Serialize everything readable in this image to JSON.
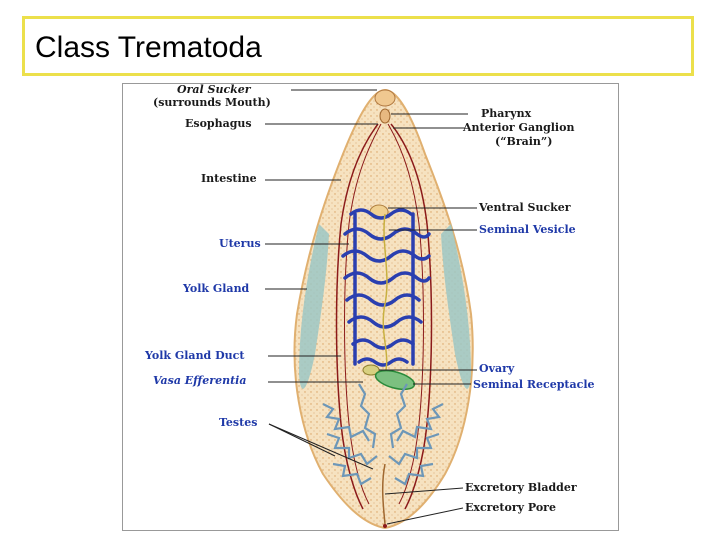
{
  "title": "Class Trematoda",
  "labels": {
    "oral_sucker": "Oral Sucker",
    "surrounds_mouth": "(surrounds Mouth)",
    "esophagus": "Esophagus",
    "intestine": "Intestine",
    "uterus": "Uterus",
    "yolk_gland": "Yolk Gland",
    "yolk_gland_duct": "Yolk Gland Duct",
    "vasa_efferentia": "Vasa Efferentia",
    "testes": "Testes",
    "pharynx": "Pharynx",
    "anterior_ganglion": "Anterior Ganglion",
    "brain": "(“Brain”)",
    "ventral_sucker": "Ventral Sucker",
    "seminal_vesicle": "Seminal Vesicle",
    "ovary": "Ovary",
    "seminal_receptacle": "Seminal Receptacle",
    "excretory_bladder": "Excretory Bladder",
    "excretory_pore": "Excretory Pore"
  },
  "colors": {
    "title_border": "#ece04b",
    "label_dark": "#1a1a1a",
    "label_blue": "#1f39a8",
    "body_fill": "#f4dcb6",
    "body_edge": "#e0b070",
    "yolk_gland": "#7fb8b8",
    "uterus": "#2a3fb0",
    "intestine": "#8b1a1a",
    "testes": "#6d97b8",
    "seminal_receptacle": "#3aa04a"
  }
}
